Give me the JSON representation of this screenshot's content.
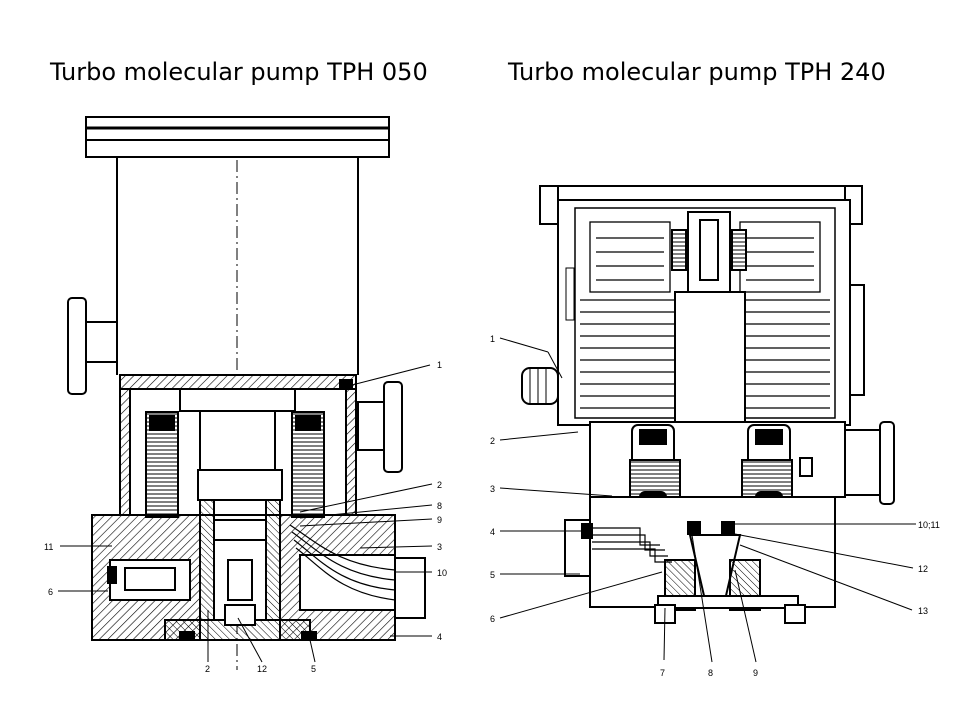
{
  "titles": {
    "left": "Turbo molecular pump TPH 050",
    "right": "Turbo molecular pump TPH  240"
  },
  "left_callouts": {
    "c1": "1",
    "c2r": "2",
    "c8": "8",
    "c9": "9",
    "c3": "3",
    "c10": "10",
    "c4": "4",
    "c11": "11",
    "c6": "6",
    "c2b": "2",
    "c12": "12",
    "c5": "5"
  },
  "right_callouts": {
    "c1": "1",
    "c2": "2",
    "c3": "3",
    "c4": "4",
    "c5": "5",
    "c6": "6",
    "c7": "7",
    "c8": "8",
    "c9": "9",
    "c1011": "10;11",
    "c12": "12",
    "c13": "13"
  },
  "colors": {
    "line": "#000000",
    "background": "#ffffff"
  }
}
